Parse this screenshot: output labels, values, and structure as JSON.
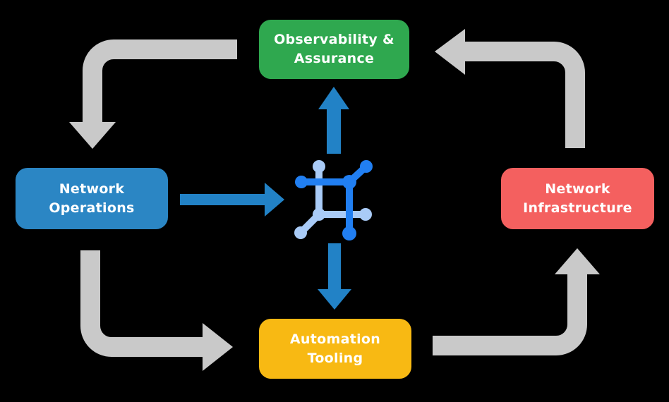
{
  "diagram": {
    "background": "#000000",
    "nodes": {
      "observability": {
        "lines": [
          "Observability &",
          "Assurance"
        ],
        "color": "#2FA84F"
      },
      "operations": {
        "lines": [
          "Network",
          "Operations"
        ],
        "color": "#2B86C4"
      },
      "infrastructure": {
        "lines": [
          "Network",
          "Infrastructure"
        ],
        "color": "#F4605F"
      },
      "tooling": {
        "lines": [
          "Automation",
          "Tooling"
        ],
        "color": "#F8B913"
      }
    },
    "colors": {
      "cycle_arrow": "#C9C9C9",
      "io_arrow": "#2282C6",
      "icon_dark": "#217FF2",
      "icon_light": "#A9CBF7",
      "label_text": "#FFFFFF"
    },
    "center_icon": "network-automation-platform-icon"
  }
}
